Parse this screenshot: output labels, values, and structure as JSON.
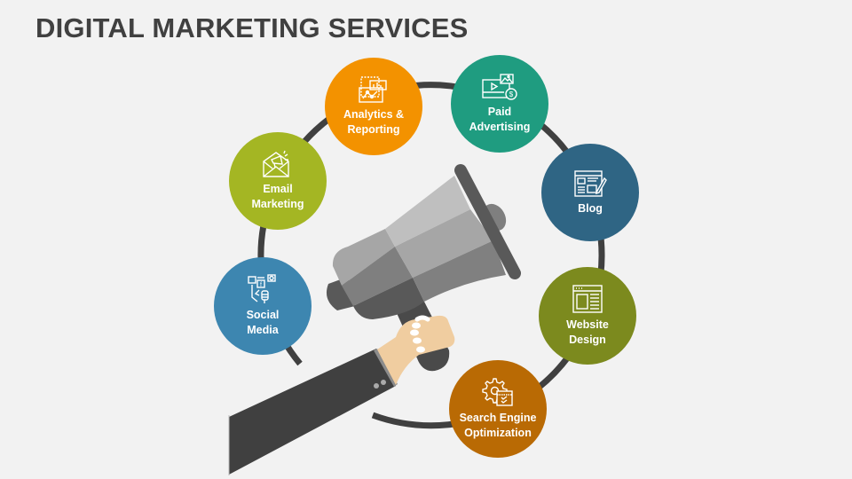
{
  "header": {
    "title": "DIGITAL MARKETING SERVICES"
  },
  "colors": {
    "background": "#f2f2f2",
    "title": "#404040",
    "ring": "#404040",
    "analytics": "#f39200",
    "paid_advertising": "#1f9c80",
    "email_marketing": "#a4b623",
    "blog": "#2f6584",
    "social_media": "#3d86b0",
    "website_design": "#7c8a1e",
    "seo": "#b96a04"
  },
  "services": [
    {
      "id": "analytics",
      "label": "Analytics &\nReporting",
      "icon": "analytics-chart-icon"
    },
    {
      "id": "paid_advertising",
      "label": "Paid\nAdvertising",
      "icon": "video-ad-dollar-icon"
    },
    {
      "id": "email_marketing",
      "label": "Email\nMarketing",
      "icon": "envelope-megaphone-icon"
    },
    {
      "id": "blog",
      "label": "Blog",
      "icon": "blog-pencil-icon"
    },
    {
      "id": "social_media",
      "label": "Social\nMedia",
      "icon": "social-hand-icon"
    },
    {
      "id": "website_design",
      "label": "Website\nDesign",
      "icon": "webpage-layout-icon"
    },
    {
      "id": "seo",
      "label": "Search Engine\nOptimization",
      "icon": "gear-checklist-icon"
    }
  ],
  "illustration": {
    "name": "hand-holding-megaphone"
  }
}
